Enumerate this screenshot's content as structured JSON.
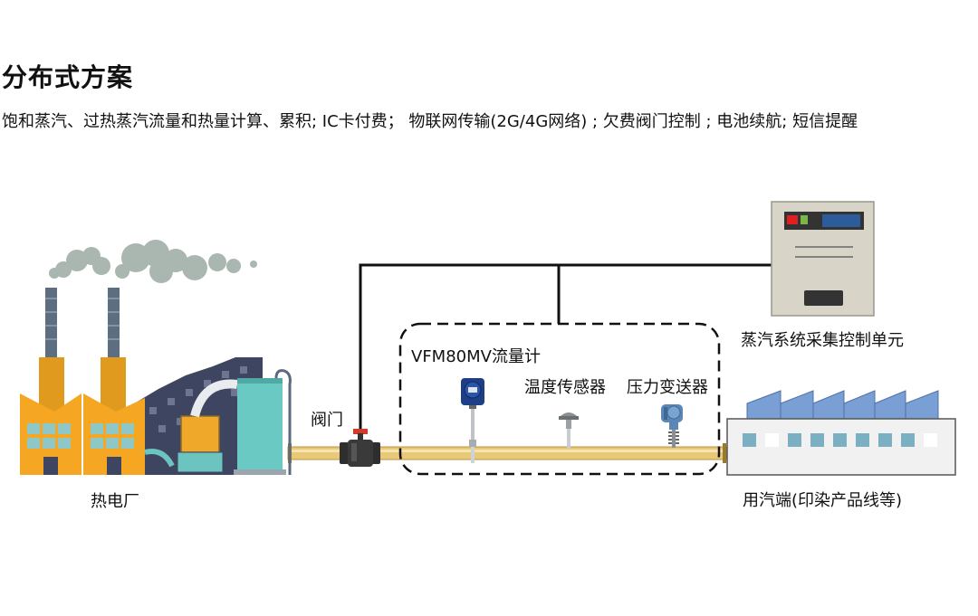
{
  "page": {
    "title": "分布式方案",
    "subtitle": "饱和蒸汽、过热蒸汽流量和热量计算、累积; IC卡付费；  物联网传输(2G/4G网络) ; 欠费阀门控制 ; 电池续航; 短信提醒"
  },
  "labels": {
    "power_plant": "热电厂",
    "valve": "阀门",
    "flowmeter_group": "VFM80MV流量计",
    "temperature_sensor": "温度传感器",
    "pressure_transmitter": "压力变送器",
    "control_unit": "蒸汽系统采集控制单元",
    "steam_consumer": "用汽端(印染产品线等)"
  },
  "colors": {
    "pipe": "#e8c97a",
    "factory_orange": "#f5a623",
    "factory_roof": "#7a9fd4",
    "cabinet": "#d8d4c8",
    "wire": "#111111"
  }
}
